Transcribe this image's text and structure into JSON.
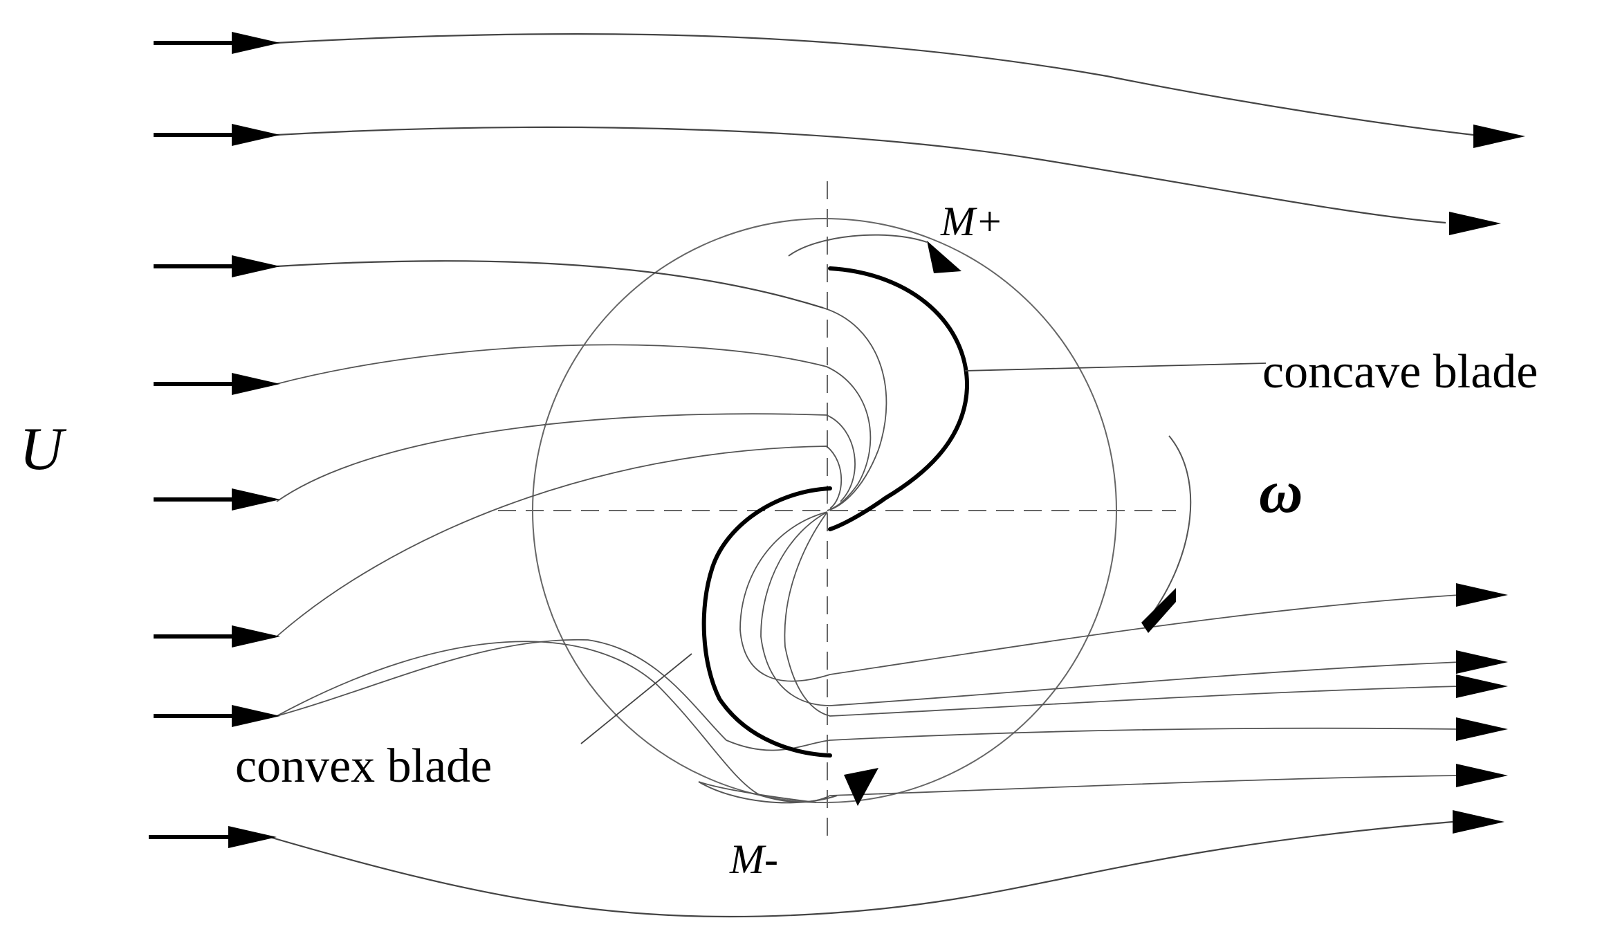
{
  "labels": {
    "freestream_velocity": "U",
    "angular_velocity": "ω",
    "concave_blade": "concave blade",
    "convex_blade": "convex blade",
    "positive_moment": "M+",
    "negative_moment": "M-"
  },
  "colors": {
    "background": "#ffffff",
    "streamline": "#444444",
    "blade": "#000000",
    "rotor_circle": "#666666",
    "text": "#000000"
  },
  "icons": {
    "inlet_arrow": "right-arrow-icon",
    "outlet_arrow": "right-arrowhead-icon",
    "rotation_arrow": "curved-arrow-icon"
  },
  "inlet_arrow_count": 8,
  "outlet_arrow_count": 8
}
